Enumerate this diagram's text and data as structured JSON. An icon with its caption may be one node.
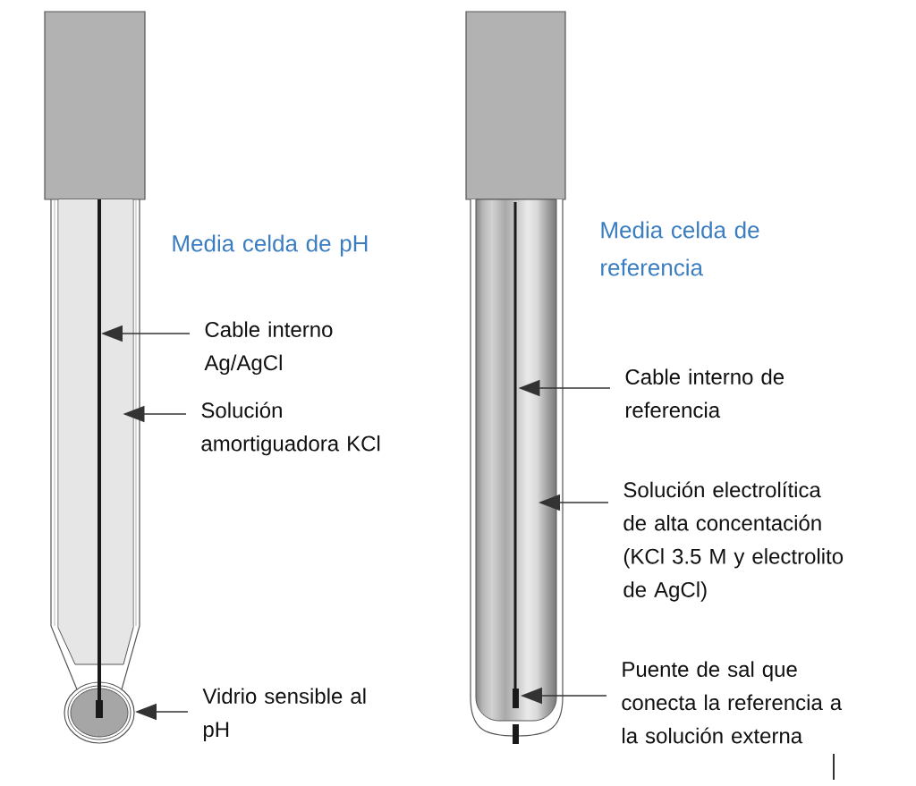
{
  "diagram": {
    "nodes": [
      {
        "text": [
          "Cable interno Ag/AgCl"
        ]
      },
      {
        "text": [
          "Solución amortiguadora KCl"
        ]
      },
      {
        "text": [
          "Vidrio sensible al pH"
        ]
      },
      {
        "text": [
          "Cable interno de referencia"
        ]
      },
      {
        "text": [
          "Solución electrolítica de alta concentación (KCl 3.5 M y electrolito de AgCl)"
        ]
      },
      {
        "text": [
          "Puente de sal que conecta la referencia a la solución externa"
        ]
      },
      {
        "text": [],
        "shape": "bar"
      },
      {
        "text": [],
        "shape": "box"
      },
      {
        "text": [],
        "shape": "circle"
      },
      {
        "text": [],
        "shape": "box"
      },
      {
        "text": [],
        "shape": "bar",
        "in": 9
      },
      {
        "text": [],
        "shape": "bar",
        "in": 9
      }
    ],
    "edges": [
      {
        "from": 0,
        "to": 6,
        "arrow": "to"
      },
      {
        "from": 1,
        "to": 7,
        "arrow": "to"
      },
      {
        "from": 2,
        "to": 8,
        "arrow": "to"
      },
      {
        "from": 3,
        "to": 10,
        "arrow": "to"
      },
      {
        "from": 4,
        "to": 9,
        "arrow": "to"
      },
      {
        "from": 5,
        "to": 11,
        "arrow": "to"
      }
    ],
    "labels": [
      "Media celda de pH",
      "Media celda de referencia"
    ]
  }
}
